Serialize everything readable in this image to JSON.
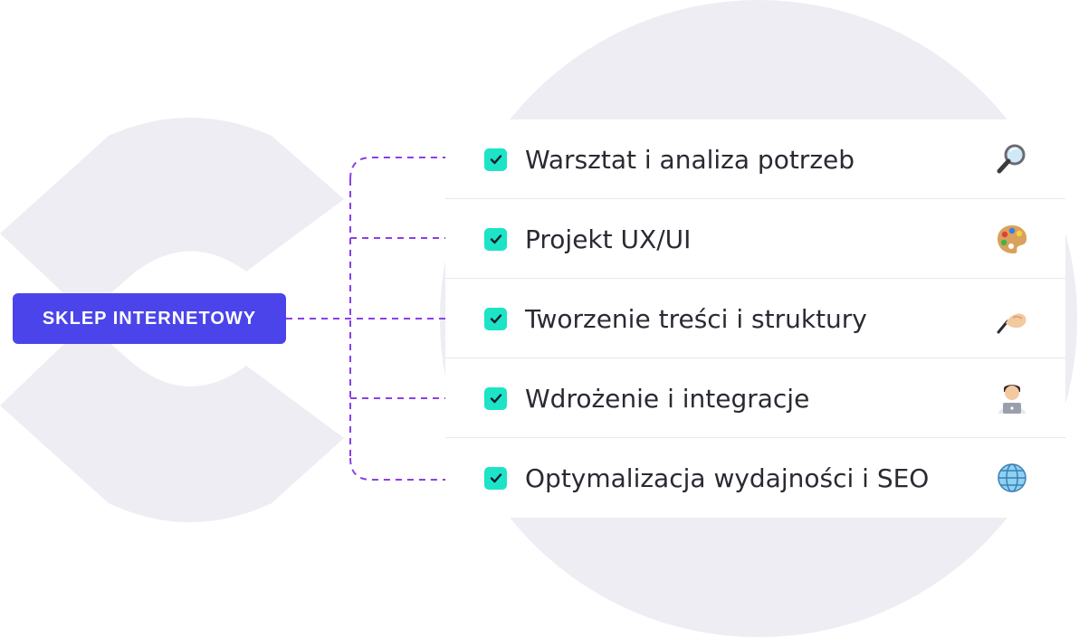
{
  "root": {
    "label": "SKLEP INTERNETOWY"
  },
  "steps": [
    {
      "label": "Warsztat i analiza potrzeb",
      "icon": "magnifying-glass-icon",
      "checked": true
    },
    {
      "label": "Projekt UX/UI",
      "icon": "palette-icon",
      "checked": true
    },
    {
      "label": "Tworzenie treści i struktury",
      "icon": "writing-hand-icon",
      "checked": true
    },
    {
      "label": "Wdrożenie i integracje",
      "icon": "technologist-icon",
      "checked": true
    },
    {
      "label": "Optymalizacja wydajności i SEO",
      "icon": "globe-icon",
      "checked": true
    }
  ],
  "colors": {
    "node": "#4a44ea",
    "connector": "#8b3fe6",
    "check": "#1de3c7",
    "background_shapes": "#ededf3",
    "divider": "#e7e7ef",
    "text": "#2a2a33"
  }
}
